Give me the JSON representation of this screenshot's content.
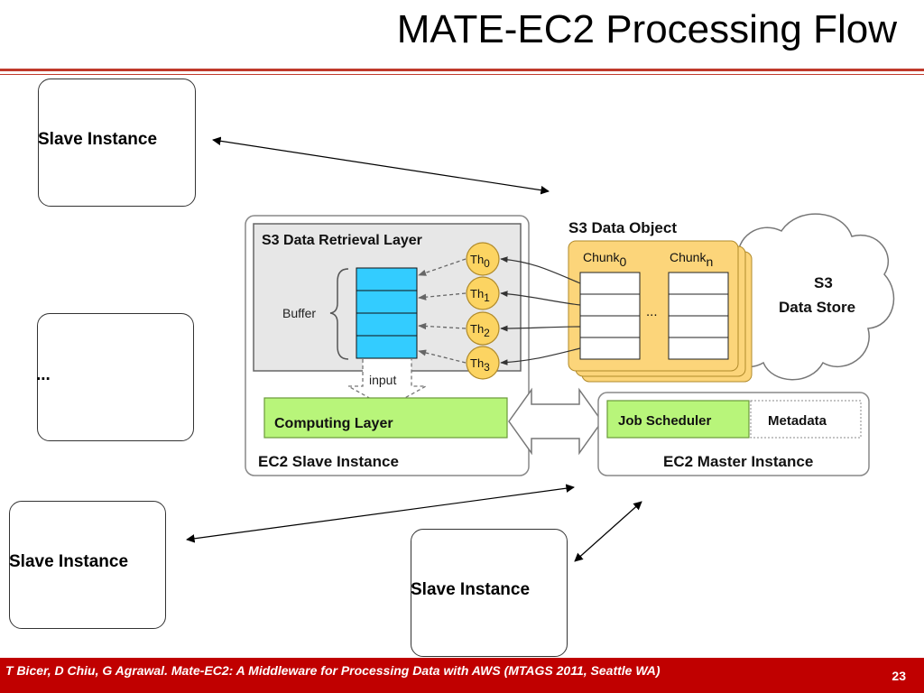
{
  "slide": {
    "title": "MATE-EC2 Processing Flow",
    "footer_citation": "T Bicer, D Chiu, G Agrawal. Mate-EC2: A Middleware for Processing Data with AWS (MTAGS 2011, Seattle WA)",
    "page_number": "23"
  },
  "slaves": {
    "top": "Slave Instance",
    "middle": "...",
    "bottom_left": "Slave Instance",
    "bottom_center": "Slave Instance"
  },
  "diagram": {
    "retrieval_layer_title": "S3 Data Retrieval Layer",
    "buffer_label": "Buffer",
    "input_label": "input",
    "computing_layer": "Computing Layer",
    "ec2_slave_label": "EC2 Slave Instance",
    "threads": [
      {
        "base": "Th",
        "sub": "0"
      },
      {
        "base": "Th",
        "sub": "1"
      },
      {
        "base": "Th",
        "sub": "2"
      },
      {
        "base": "Th",
        "sub": "3"
      }
    ],
    "s3_object_title": "S3 Data Object",
    "chunk_first": {
      "base": "Chunk",
      "sub": "0"
    },
    "chunk_last": {
      "base": "Chunk",
      "sub": "n"
    },
    "chunk_ellipsis": "...",
    "s3_store_line1": "S3",
    "s3_store_line2": "Data Store",
    "job_scheduler": "Job Scheduler",
    "metadata": "Metadata",
    "ec2_master_label": "EC2 Master Instance"
  },
  "colors": {
    "accent_red": "#c00000",
    "buffer_cyan": "#33ccff",
    "thread_yellow": "#fcd462",
    "chunk_orange": "#fcd57a",
    "layer_green": "#b8f57a"
  }
}
